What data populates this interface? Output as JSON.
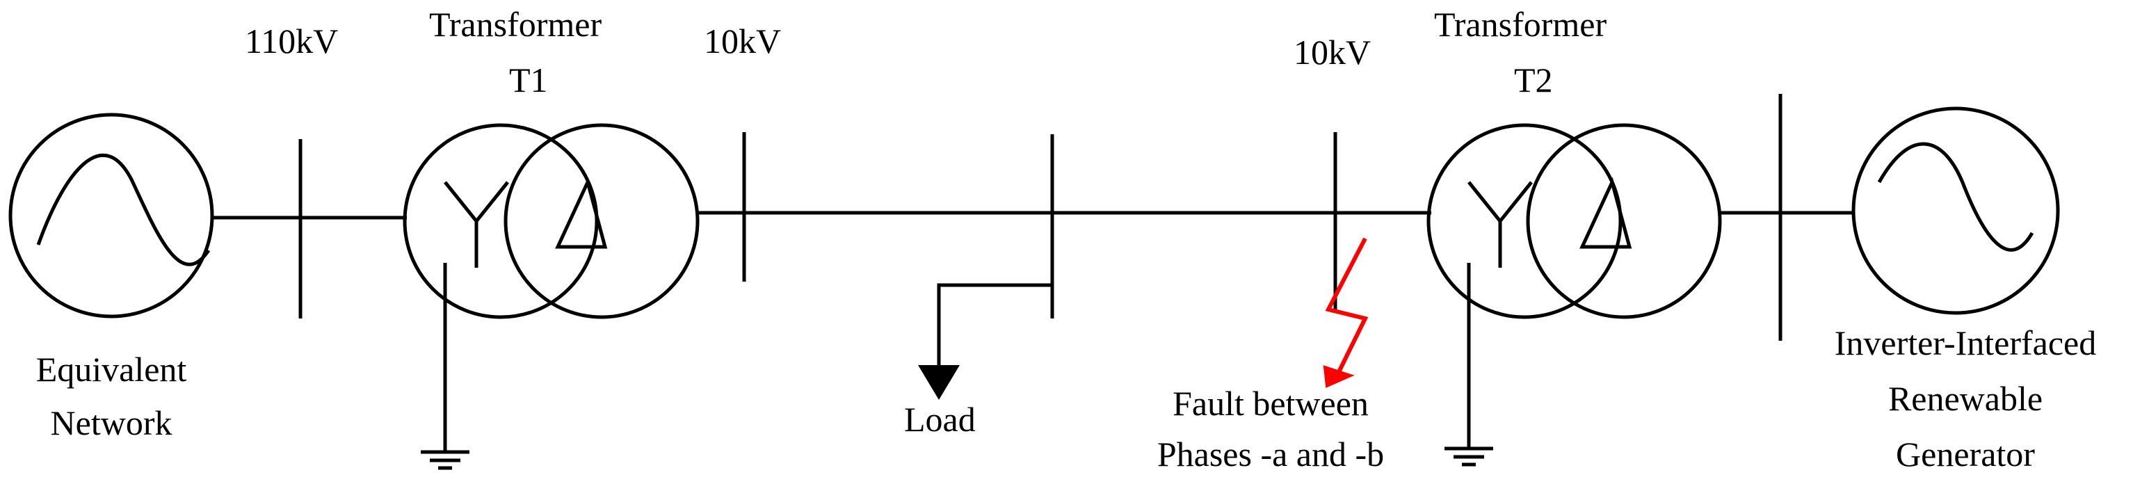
{
  "labels": {
    "v110": "110kV",
    "t1_title": "Transformer",
    "t1_id": "T1",
    "v10_left": "10kV",
    "v10_right": "10kV",
    "t2_title": "Transformer",
    "t2_id": "T2",
    "source_line1": "Equivalent",
    "source_line2": "Network",
    "load": "Load",
    "fault_line1": "Fault between",
    "fault_line2": "Phases -a and -b",
    "gen_line1": "Inverter-Interfaced",
    "gen_line2": "Renewable",
    "gen_line3": "Generator"
  },
  "colors": {
    "line": "#000000",
    "fault": "#ff0000"
  }
}
